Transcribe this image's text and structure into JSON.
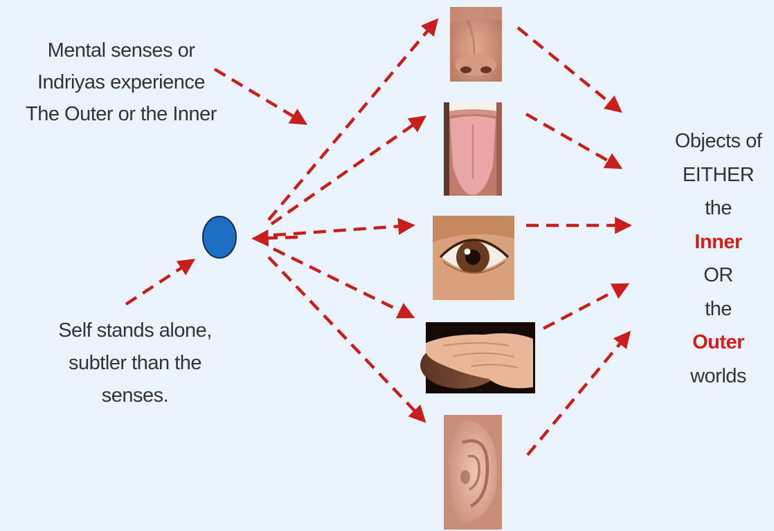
{
  "labels": {
    "mental": [
      "Mental senses or",
      "Indriyas experience",
      "The Outer or the Inner"
    ],
    "self": [
      "Self stands alone,",
      "subtler than the",
      "senses."
    ],
    "objects": {
      "line1": "Objects of",
      "line2": "EITHER",
      "line3": "the",
      "inner": "Inner",
      "or": "OR",
      "line6": "the",
      "outer": "Outer",
      "line8": "worlds"
    }
  },
  "senses": [
    "nose",
    "tongue",
    "eye",
    "hand",
    "ear"
  ],
  "colors": {
    "background": "#ebf4fd",
    "arrow": "#c81e1e",
    "self_dot": "#1f6fc7",
    "self_dot_outline": "#0d2f55",
    "accent_text": "#d81b1b",
    "text": "#333333"
  }
}
